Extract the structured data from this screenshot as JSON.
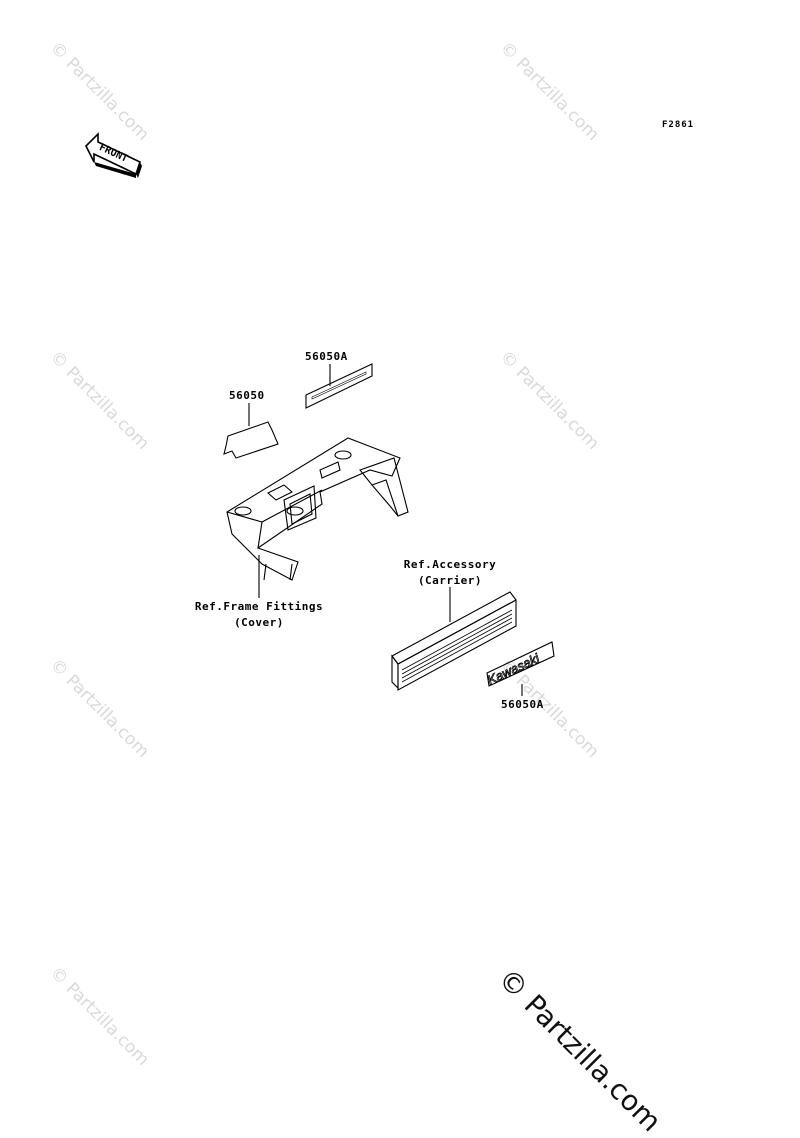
{
  "figure_code": "F2861",
  "front_arrow_text": "FRONT",
  "watermark": "© Partzilla.com",
  "watermark_bottom": "© Partzilla.com",
  "labels": {
    "part_56050": "56050",
    "part_56050A_top": "56050A",
    "part_56050A_bottom": "56050A",
    "ref_frame_line1": "Ref.Frame Fittings",
    "ref_frame_line2": "(Cover)",
    "ref_accessory_line1": "Ref.Accessory",
    "ref_accessory_line2": "(Carrier)",
    "emblem_text": "Kawasaki"
  }
}
